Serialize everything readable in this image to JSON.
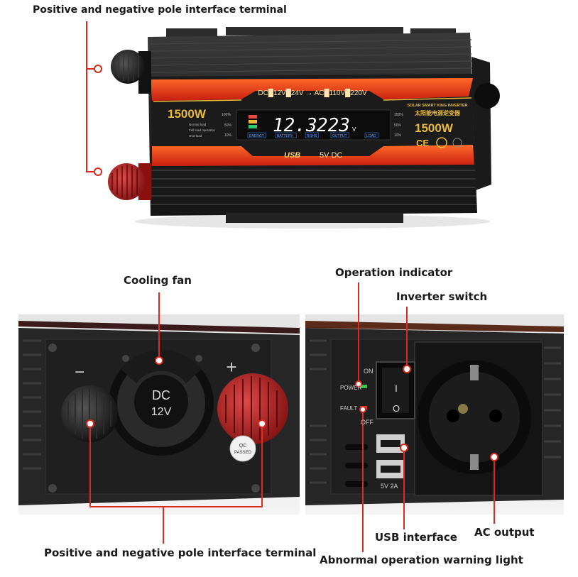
{
  "labels": {
    "top_terminal": "Positive and negative pole interface terminal",
    "cooling_fan": "Cooling fan",
    "operation_indicator": "Operation indicator",
    "inverter_switch": "Inverter switch",
    "usb_interface": "USB interface",
    "ac_output": "AC output",
    "bottom_terminal": "Positive and negative pole interface terminal",
    "warning_light": "Abnormal operation warning light"
  },
  "panel": {
    "voltage_bar": "DC█12V█24V → AC█110V█220V",
    "power_left": "1500W",
    "power_right": "1500W",
    "load_normal": "Normal load",
    "load_full": "Full load operation",
    "load_over": "Overload",
    "pct_100": "100%",
    "pct_50": "50%",
    "pct_10": "10%",
    "brand_line1": "SOLAR SMART KING INVERTER",
    "brand_line2": "太阳能电源逆变器",
    "lcd_value1": "12.3",
    "lcd_unit1": "V",
    "lcd_value2": "223",
    "lcd_unit2": "V",
    "lcd_tags": [
      "ENERGY",
      "BATTERY",
      "ROHS",
      "OUTPUT",
      "LOAD"
    ],
    "usb_logo": "USB",
    "usb_spec": "5V DC",
    "ce_mark": "CE"
  },
  "side_fan": {
    "fan_label": "DC",
    "fan_voltage": "12V",
    "minus_sign": "−",
    "plus_sign": "+",
    "qc_line1": "QC",
    "qc_line2": "PASSED"
  },
  "side_socket": {
    "on_label": "ON",
    "off_label": "OFF",
    "power_label": "POWER",
    "fault_label": "FAULT",
    "switch_on_mark": "I",
    "switch_off_mark": "O",
    "usb_spec": "5V 2A"
  },
  "colors": {
    "accent_red": "#d92b1f",
    "panel_orange": "#ff5a1e",
    "gold": "#e8b93a",
    "body_dark": "#2b2b2b",
    "lcd_bg": "#0c0c0c"
  }
}
